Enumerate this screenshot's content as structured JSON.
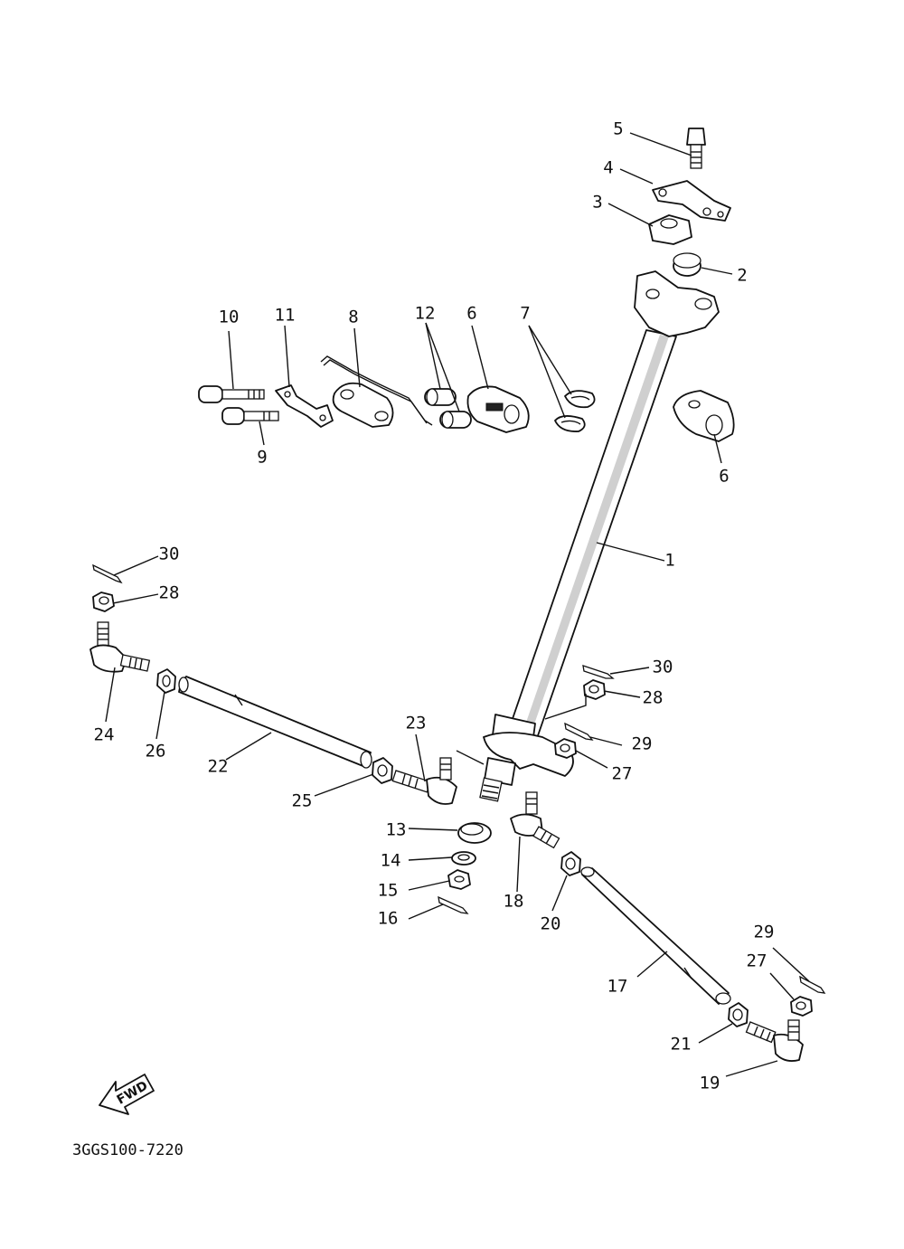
{
  "diagram_code": "3GGS100-7220",
  "fwd_arrow_text": "FWD",
  "labels": {
    "l1": "1",
    "l2": "2",
    "l3": "3",
    "l4": "4",
    "l5": "5",
    "l6a": "6",
    "l6b": "6",
    "l7": "7",
    "l8": "8",
    "l9": "9",
    "l10": "10",
    "l11": "11",
    "l12": "12",
    "l13": "13",
    "l14": "14",
    "l15": "15",
    "l16": "16",
    "l17": "17",
    "l18": "18",
    "l19": "19",
    "l20": "20",
    "l21": "21",
    "l22": "22",
    "l23": "23",
    "l24": "24",
    "l25": "25",
    "l26": "26",
    "l27a": "27",
    "l27b": "27",
    "l28a": "28",
    "l28b": "28",
    "l29a": "29",
    "l29b": "29",
    "l30a": "30",
    "l30b": "30"
  }
}
